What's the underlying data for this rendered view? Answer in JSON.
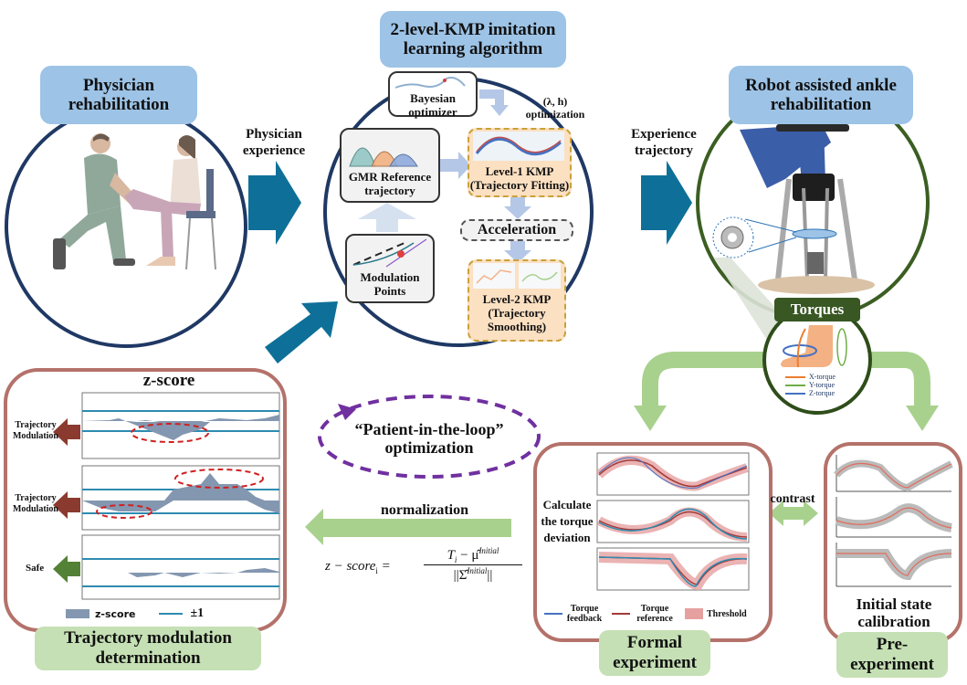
{
  "stages": {
    "physician": {
      "title": "Physician rehabilitation",
      "illustration": "physician-treating-patient-ankle"
    },
    "algorithm": {
      "title": "2-level-KMP imitation learning algorithm"
    },
    "robot": {
      "title": "Robot assisted ankle rehabilitation",
      "illustration": "ankle-rehabilitation-robot"
    }
  },
  "flow_labels": {
    "physician_experience": "Physician experience",
    "experience_trajectory": "Experience trajectory",
    "normalization": "normalization",
    "contrast": "contrast",
    "patient_loop": "“Patient-in-the-loop” optimization"
  },
  "algorithm_nodes": {
    "bayesian": "Bayesian optimizer",
    "param_opt_line1": "(λ, h)",
    "param_opt_line2": "optimization",
    "gmr": "GMR Reference trajectory",
    "level1_line1": "Level-1 KMP",
    "level1_line2": "(Trajectory Fitting)",
    "acceleration": "Acceleration",
    "modulation": "Modulation Points",
    "level2_line1": "Level-2 KMP",
    "level2_line2": "(Trajectory",
    "level2_line3": "Smoothing)"
  },
  "torques": {
    "title": "Torques",
    "legend": [
      {
        "label": "X-torque",
        "color": "#ed7d31"
      },
      {
        "label": "Y-torque",
        "color": "#70ad47"
      },
      {
        "label": "Z-torque",
        "color": "#4472c4"
      }
    ]
  },
  "zscore_panel": {
    "title": "z-score",
    "row_labels": [
      "Trajectory Modulation",
      "Trajectory Modulation",
      "Safe"
    ],
    "row_status_colors": [
      "#8b3a2f",
      "#8b3a2f",
      "#538135"
    ],
    "legend_area": "z-score",
    "legend_line": "±1",
    "footer": "Trajectory modulation determination"
  },
  "formula": {
    "lhs": "z − score",
    "lhs_sub": "i",
    "numerator": "T",
    "numerator_sub": "i",
    "minus": " − μ̂",
    "mu_sup": "Initial",
    "mu_sub": "i",
    "denominator": "||Σ̂",
    "den_sup": "Initial",
    "den_sub": "i",
    "den_close": "||"
  },
  "formal_panel": {
    "side_label": "Calculate the torque deviation",
    "legend": [
      {
        "label": "Torque feedback",
        "color": "#4472c4"
      },
      {
        "label": "Torque reference",
        "color": "#a33a3a"
      },
      {
        "label": "Threshold",
        "color": "#e6a0a0"
      }
    ],
    "footer": "Formal experiment"
  },
  "pre_panel": {
    "caption": "Initial state calibration",
    "footer": "Pre-experiment"
  },
  "colors": {
    "blue_arrow": "#0e7099",
    "navy_circle": "#1f3864",
    "green_circle": "#3b5e22",
    "light_green": "#a9d18e",
    "title_blue": "#9dc3e6",
    "footer_green": "#c5e0b4",
    "panel_border": "#b4726a",
    "purple_loop": "#7030a0",
    "zscore_fill": "#8497b0",
    "threshold_line": "#2e8bb0"
  }
}
